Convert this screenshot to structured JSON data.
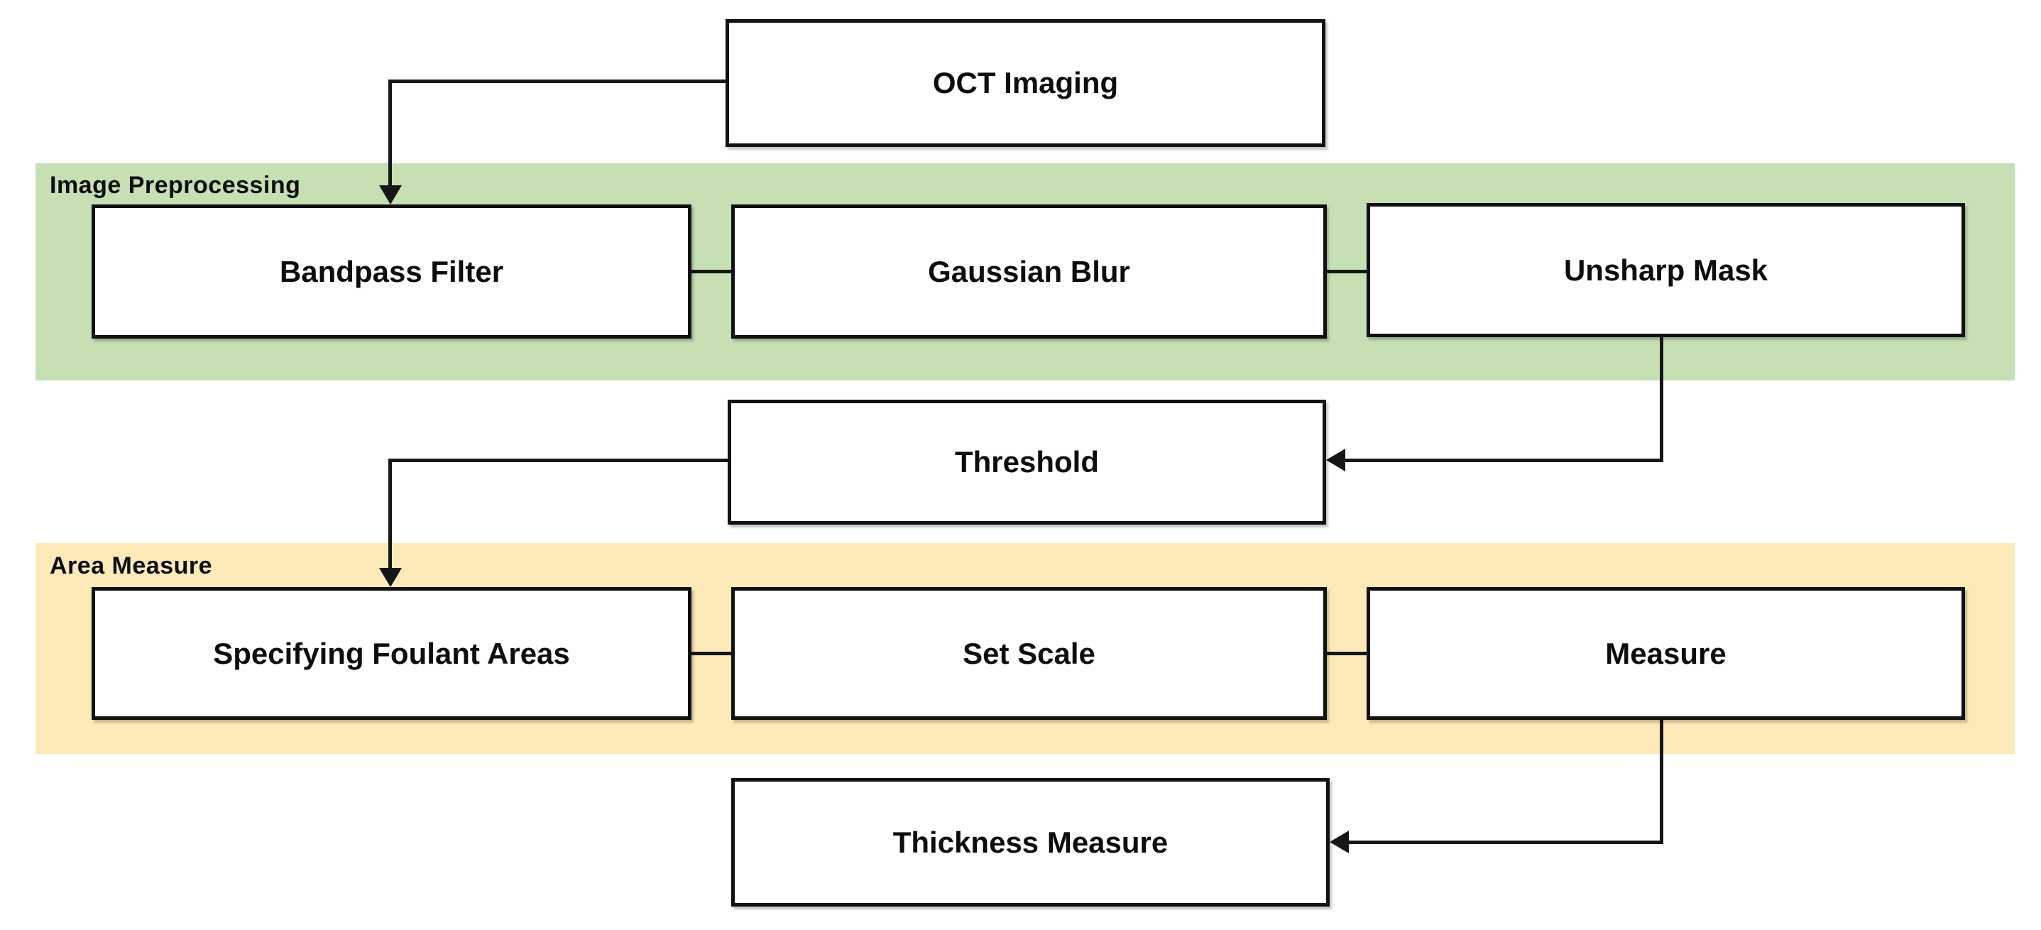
{
  "diagram": {
    "type": "flowchart",
    "nodes": {
      "oct_imaging": {
        "label": "OCT Imaging"
      },
      "bandpass_filter": {
        "label": "Bandpass Filter"
      },
      "gaussian_blur": {
        "label": "Gaussian Blur"
      },
      "unsharp_mask": {
        "label": "Unsharp Mask"
      },
      "threshold": {
        "label": "Threshold"
      },
      "specifying_foulant_areas": {
        "label": "Specifying Foulant Areas"
      },
      "set_scale": {
        "label": "Set Scale"
      },
      "measure": {
        "label": "Measure"
      },
      "thickness_measure": {
        "label": "Thickness Measure"
      }
    },
    "groups": {
      "image_preprocessing": {
        "label": "Image Preprocessing",
        "color": "#c6e0b4",
        "members": [
          "Bandpass Filter",
          "Gaussian Blur",
          "Unsharp Mask"
        ]
      },
      "area_measure": {
        "label": "Area Measure",
        "color": "#fbeab8",
        "members": [
          "Specifying Foulant Areas",
          "Set Scale",
          "Measure"
        ]
      }
    },
    "edges": [
      {
        "from": "OCT Imaging",
        "to": "Bandpass Filter",
        "style": "elbow-left-down",
        "arrowhead": true
      },
      {
        "from": "Bandpass Filter",
        "to": "Gaussian Blur",
        "style": "straight",
        "arrowhead": false
      },
      {
        "from": "Gaussian Blur",
        "to": "Unsharp Mask",
        "style": "straight",
        "arrowhead": false
      },
      {
        "from": "Unsharp Mask",
        "to": "Threshold",
        "style": "elbow-down-left",
        "arrowhead": true
      },
      {
        "from": "Threshold",
        "to": "Specifying Foulant Areas",
        "style": "elbow-left-down",
        "arrowhead": true
      },
      {
        "from": "Specifying Foulant Areas",
        "to": "Set Scale",
        "style": "straight",
        "arrowhead": false
      },
      {
        "from": "Set Scale",
        "to": "Measure",
        "style": "straight",
        "arrowhead": false
      },
      {
        "from": "Measure",
        "to": "Thickness Measure",
        "style": "elbow-down-left",
        "arrowhead": true
      }
    ],
    "colors": {
      "background": "#ffffff",
      "box_fill": "#ffffff",
      "box_border": "#111111",
      "line": "#161616",
      "text": "#0d0d0d",
      "group_green": "#c6e0b4",
      "group_cream": "#fbeab8"
    }
  }
}
